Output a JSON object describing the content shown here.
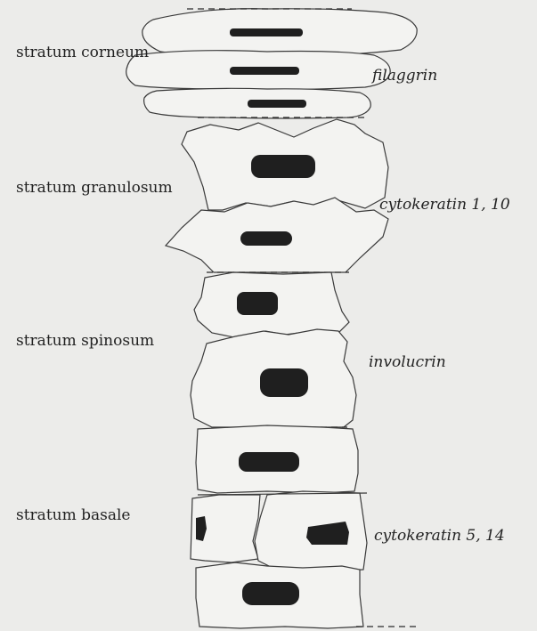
{
  "layers": [
    {
      "id": "corneum",
      "label": "stratum corneum"
    },
    {
      "id": "granulosum",
      "label": "stratum granulosum"
    },
    {
      "id": "spinosum",
      "label": "stratum spinosum"
    },
    {
      "id": "basale",
      "label": "stratum basale"
    }
  ],
  "markers": [
    {
      "id": "filaggrin",
      "label": "filaggrin"
    },
    {
      "id": "ck1_10",
      "label": "cytokeratin 1, 10"
    },
    {
      "id": "involucrin",
      "label": "involucrin"
    },
    {
      "id": "ck5_14",
      "label": "cytokeratin 5, 14"
    }
  ]
}
